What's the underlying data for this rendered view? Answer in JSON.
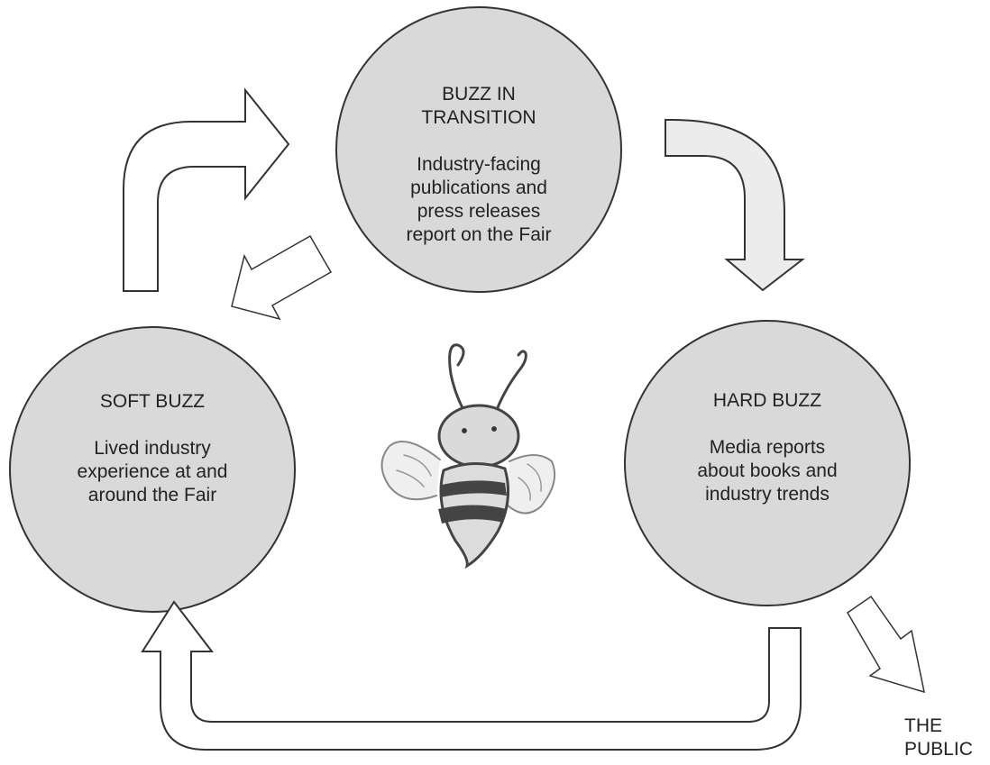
{
  "diagram": {
    "nodes": [
      {
        "id": "transition",
        "title_lines": [
          "BUZZ IN",
          "TRANSITION"
        ],
        "desc_lines": [
          "Industry-facing",
          "publications and",
          "press releases",
          "report on the Fair"
        ]
      },
      {
        "id": "soft",
        "title_lines": [
          "SOFT BUZZ"
        ],
        "desc_lines": [
          "Lived industry",
          "experience at and",
          "around the Fair"
        ]
      },
      {
        "id": "hard",
        "title_lines": [
          "HARD BUZZ"
        ],
        "desc_lines": [
          "Media reports",
          "about books and",
          "industry trends"
        ]
      }
    ],
    "public_label_lines": [
      "THE",
      "PUBLIC"
    ],
    "colors": {
      "circle_fill": "#d9d9d9",
      "stroke": "#333333",
      "arrow_fill": "#ffffff",
      "arrow_shaded_fill": "#ececec"
    }
  }
}
